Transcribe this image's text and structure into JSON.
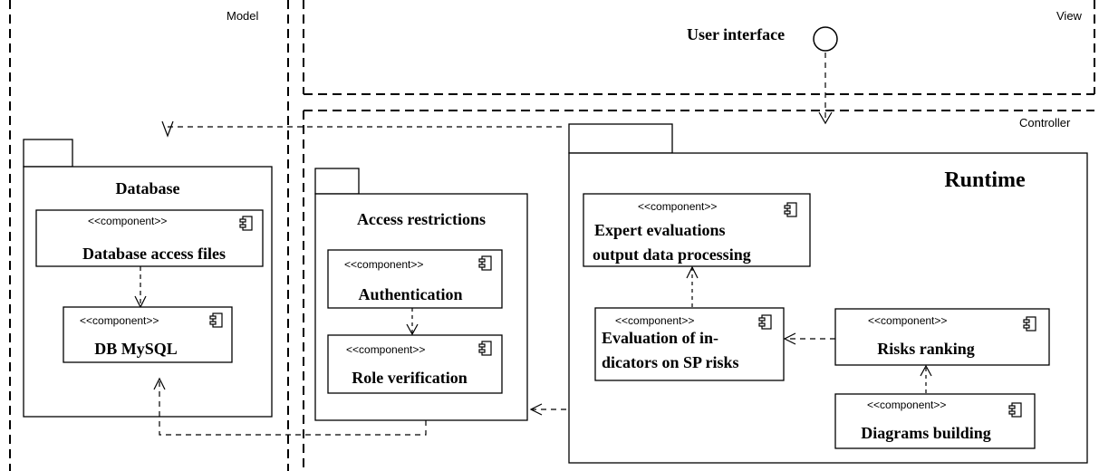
{
  "layers": {
    "model": "Model",
    "view": "View",
    "controller": "Controller"
  },
  "interface": {
    "label": "User interface"
  },
  "packages": {
    "database": {
      "title": "Database",
      "components": {
        "access_files": {
          "stereotype": "<<component>>",
          "name": "Database access files"
        },
        "mysql": {
          "stereotype": "<<component>>",
          "name": "DB MySQL"
        }
      }
    },
    "access": {
      "title": "Access restrictions",
      "components": {
        "auth": {
          "stereotype": "<<component>>",
          "name": "Authentication"
        },
        "role": {
          "stereotype": "<<component>>",
          "name": "Role verification"
        }
      }
    },
    "runtime": {
      "title": "Runtime",
      "components": {
        "expert": {
          "stereotype": "<<component>>",
          "name_line1": "Expert evaluations",
          "name_line2": "output data processing"
        },
        "evaluation": {
          "stereotype": "<<component>>",
          "name_line1": "Evaluation of in-",
          "name_line2": "dicators on SP risks"
        },
        "ranking": {
          "stereotype": "<<component>>",
          "name": "Risks ranking"
        },
        "diagrams": {
          "stereotype": "<<component>>",
          "name": "Diagrams building"
        }
      }
    }
  }
}
